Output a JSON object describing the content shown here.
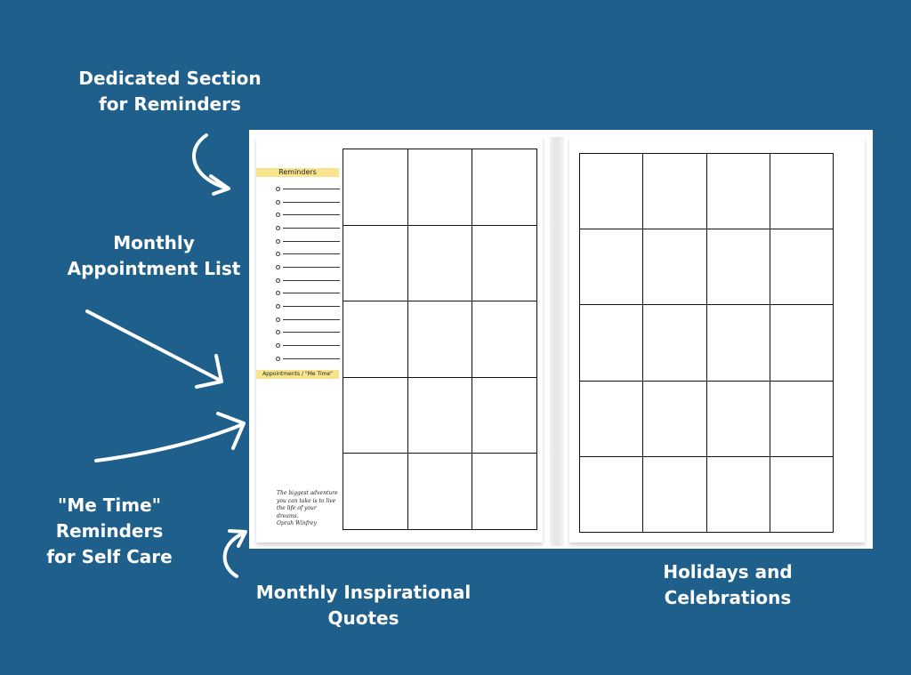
{
  "captions": {
    "reminders_section": "Dedicated Section\nfor Reminders",
    "appointment_list": "Monthly\nAppointment List",
    "me_time": "\"Me Time\" Reminders\nfor Self Care",
    "inspirational_quotes": "Monthly Inspirational Quotes",
    "holidays": "Holidays and Celebrations"
  },
  "planner": {
    "reminders_header": "Reminders",
    "appointments_header": "Appointments / \"Me Time\"",
    "reminder_line_count": 14,
    "left_calendar_columns": 3,
    "calendar_rows": 5,
    "right_calendar_columns": 4,
    "quote": "The biggest adventure\nyou can take is to live\nthe life of your\ndreams.\nOprah Winfrey"
  },
  "colors": {
    "background": "#1f5f8b",
    "highlight": "#f7e48c",
    "caption_text": "#ffffff"
  }
}
